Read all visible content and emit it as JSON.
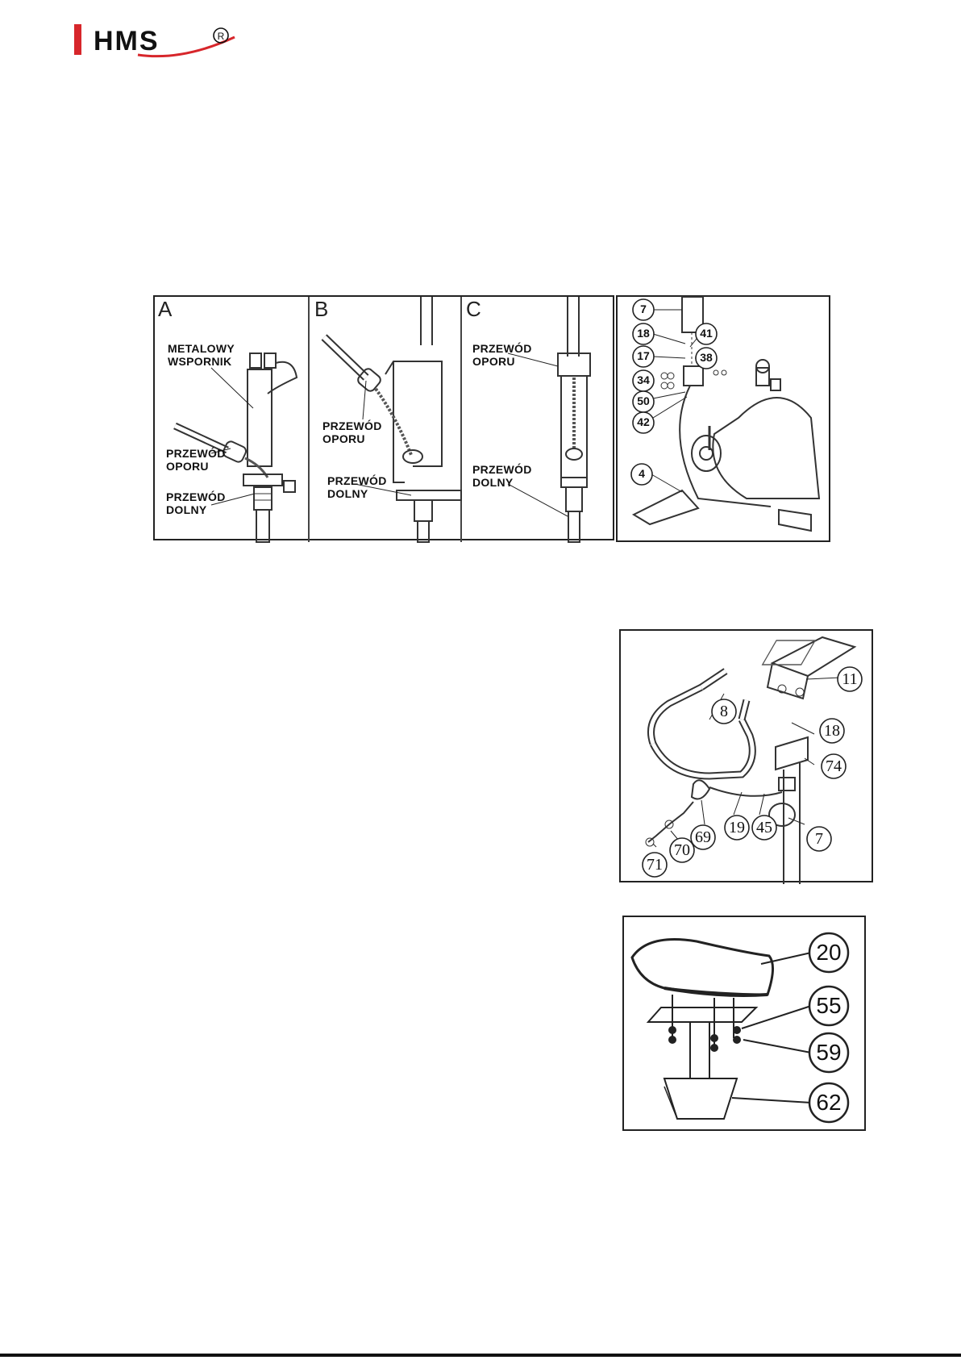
{
  "brand": {
    "name": "HMS",
    "registered_mark": "R"
  },
  "figure_cable": {
    "panels": [
      {
        "letter": "A",
        "labels": [
          "METALOWY",
          "WSPORNIK",
          "PRZEWÓD",
          "OPORU",
          "PRZEWÓD",
          "DOLNY"
        ]
      },
      {
        "letter": "B",
        "labels": [
          "PRZEWÓD",
          "OPORU",
          "PRZEWÓD",
          "DOLNY"
        ]
      },
      {
        "letter": "C",
        "labels": [
          "PRZEWÓD",
          "OPORU",
          "PRZEWÓD",
          "DOLNY"
        ]
      }
    ]
  },
  "figure_mast": {
    "parts": [
      "7",
      "18",
      "41",
      "17",
      "38",
      "34",
      "50",
      "42",
      "4"
    ]
  },
  "figure_handlebar": {
    "parts": [
      "11",
      "8",
      "18",
      "74",
      "19",
      "45",
      "7",
      "69",
      "70",
      "71"
    ]
  },
  "figure_seat": {
    "parts": [
      "20",
      "55",
      "59",
      "62"
    ]
  }
}
